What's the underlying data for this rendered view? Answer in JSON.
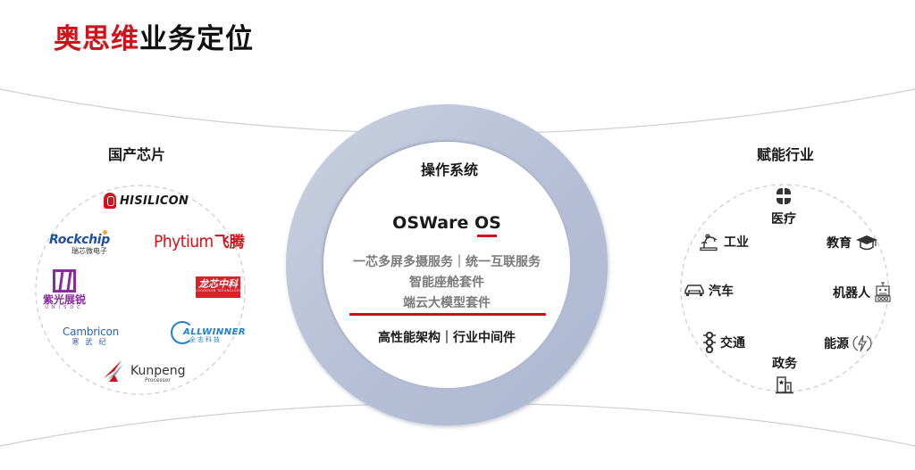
{
  "title": {
    "highlight": "奥思维",
    "rest": "业务定位",
    "highlight_color": "#d0121b"
  },
  "left_section": {
    "heading": "国产芯片",
    "logos": [
      {
        "id": "hisilicon",
        "text": "HISILICON",
        "color": "#d0121b"
      },
      {
        "id": "rockchip",
        "text": "Rockchip",
        "subtext": "瑞芯微电子",
        "color": "#1e4fa3"
      },
      {
        "id": "phytium",
        "text": "Phytium",
        "cn": "飞腾",
        "color": "#d0121b"
      },
      {
        "id": "unisoc",
        "cn": "紫光展锐",
        "en": "UNISOC",
        "color": "#8a2b9c"
      },
      {
        "id": "loongson",
        "cn": "龙芯中科",
        "en": "LOONGSON TECHNOLOGY",
        "color": "#d8222a"
      },
      {
        "id": "cambricon",
        "text": "Cambricon",
        "cn": "寒武纪",
        "color": "#2b62b0"
      },
      {
        "id": "allwinner",
        "text": "ALLWINNER",
        "cn": "全志科技",
        "color": "#1e7fd6"
      },
      {
        "id": "kunpeng",
        "text": "Kunpeng",
        "subtext": "Processor",
        "color": "#d0121b"
      }
    ]
  },
  "center_section": {
    "heading": "操作系统",
    "product": "OSWare OS",
    "features": [
      "一芯多屏多摄服务｜统一互联服务",
      "智能座舱套件",
      "端云大模型套件"
    ],
    "foundation": "高性能架构｜行业中间件",
    "ring_color": "#b9c2d8",
    "accent_color": "#c8101a"
  },
  "right_section": {
    "heading": "赋能行业",
    "industries": [
      {
        "label": "医疗",
        "icon": "medical-cross-icon"
      },
      {
        "label": "工业",
        "icon": "robot-arm-icon"
      },
      {
        "label": "教育",
        "icon": "graduation-cap-icon"
      },
      {
        "label": "汽车",
        "icon": "car-icon"
      },
      {
        "label": "机器人",
        "icon": "robot-icon"
      },
      {
        "label": "交通",
        "icon": "traffic-light-icon"
      },
      {
        "label": "能源",
        "icon": "lightning-icon"
      },
      {
        "label": "政务",
        "icon": "government-building-icon"
      }
    ]
  }
}
